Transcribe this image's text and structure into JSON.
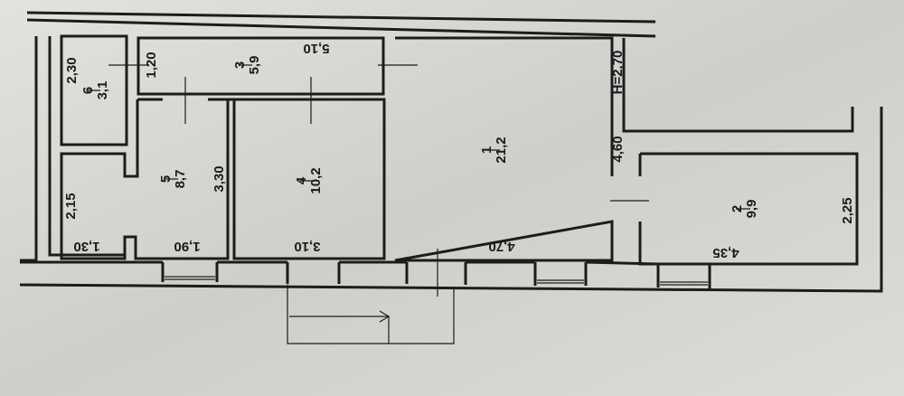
{
  "rooms": [
    {
      "number": "6",
      "area": "3,1"
    },
    {
      "number": "3",
      "area": "5,9"
    },
    {
      "number": "5",
      "area": "8,7"
    },
    {
      "number": "4",
      "area": "10,2"
    },
    {
      "number": "1",
      "area": "21,2"
    },
    {
      "number": "2",
      "area": "9,9"
    }
  ],
  "dimensions": {
    "d230": "2,30",
    "d120": "1,20",
    "d510": "5,10",
    "d330": "3,30",
    "d215": "2,15",
    "d130": "1,30",
    "d190": "1,90",
    "d310": "3,10",
    "d470": "4,70",
    "height": "H=2,70",
    "d460": "4,60",
    "d225": "2,25",
    "d435": "4,35"
  }
}
